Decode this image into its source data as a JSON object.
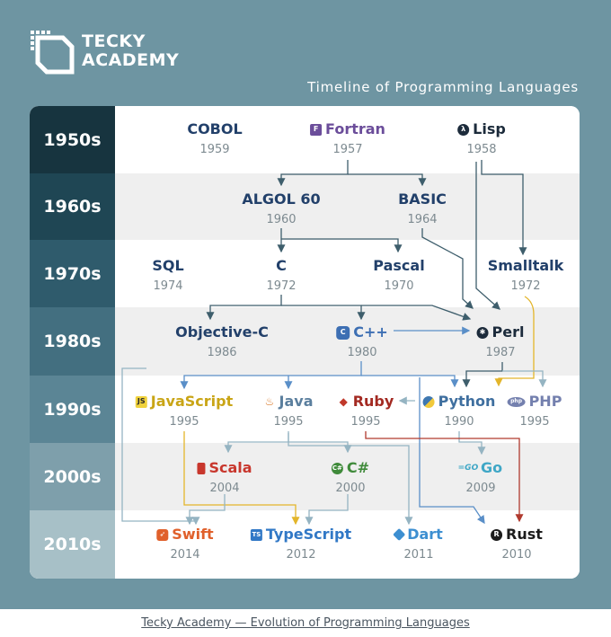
{
  "brand": {
    "line1": "TECKY",
    "line2": "ACADEMY"
  },
  "subtitle": "Timeline of Programming Languages",
  "eras": [
    "1950s",
    "1960s",
    "1970s",
    "1980s",
    "1990s",
    "2000s",
    "2010s"
  ],
  "languages": {
    "cobol": {
      "name": "COBOL",
      "year": "1959",
      "color": "#22406a",
      "icon": "none"
    },
    "fortran": {
      "name": "Fortran",
      "year": "1957",
      "color": "#6b4d9a",
      "icon": "fortran-icon"
    },
    "lisp": {
      "name": "Lisp",
      "year": "1958",
      "color": "#1c2b3b",
      "icon": "lisp-icon"
    },
    "algol": {
      "name": "ALGOL 60",
      "year": "1960",
      "color": "#22406a",
      "icon": "none"
    },
    "basic": {
      "name": "BASIC",
      "year": "1964",
      "color": "#22406a",
      "icon": "none"
    },
    "sql": {
      "name": "SQL",
      "year": "1974",
      "color": "#22406a",
      "icon": "none"
    },
    "c": {
      "name": "C",
      "year": "1972",
      "color": "#22406a",
      "icon": "none"
    },
    "pascal": {
      "name": "Pascal",
      "year": "1970",
      "color": "#22406a",
      "icon": "none"
    },
    "smalltalk": {
      "name": "Smalltalk",
      "year": "1972",
      "color": "#22406a",
      "icon": "none"
    },
    "objc": {
      "name": "Objective-C",
      "year": "1986",
      "color": "#22406a",
      "icon": "none"
    },
    "cpp": {
      "name": "C++",
      "year": "1980",
      "color": "#3d6fb3",
      "icon": "cpp-icon"
    },
    "perl": {
      "name": "Perl",
      "year": "1987",
      "color": "#1c2b3b",
      "icon": "perl-icon"
    },
    "javascript": {
      "name": "JavaScript",
      "year": "1995",
      "color": "#c9a516",
      "icon": "js-icon"
    },
    "java": {
      "name": "Java",
      "year": "1995",
      "color": "#5b7f9e",
      "icon": "java-icon"
    },
    "ruby": {
      "name": "Ruby",
      "year": "1995",
      "color": "#a32a22",
      "icon": "ruby-icon"
    },
    "python": {
      "name": "Python",
      "year": "1990",
      "color": "#3f6f9f",
      "icon": "python-icon"
    },
    "php": {
      "name": "PHP",
      "year": "1995",
      "color": "#7480ae",
      "icon": "php-icon"
    },
    "scala": {
      "name": "Scala",
      "year": "2004",
      "color": "#c8372d",
      "icon": "scala-icon"
    },
    "csharp": {
      "name": "C#",
      "year": "2000",
      "color": "#3f8a3a",
      "icon": "csharp-icon"
    },
    "go": {
      "name": "Go",
      "year": "2009",
      "color": "#3fa7c6",
      "icon": "go-icon"
    },
    "swift": {
      "name": "Swift",
      "year": "2014",
      "color": "#e0602b",
      "icon": "swift-icon"
    },
    "typescript": {
      "name": "TypeScript",
      "year": "2012",
      "color": "#3178c6",
      "icon": "ts-icon"
    },
    "dart": {
      "name": "Dart",
      "year": "2011",
      "color": "#3d8fd1",
      "icon": "dart-icon"
    },
    "rust": {
      "name": "Rust",
      "year": "2010",
      "color": "#1c1c1c",
      "icon": "rust-icon"
    }
  },
  "footer": "Tecky Academy — Evolution of Programming Languages"
}
